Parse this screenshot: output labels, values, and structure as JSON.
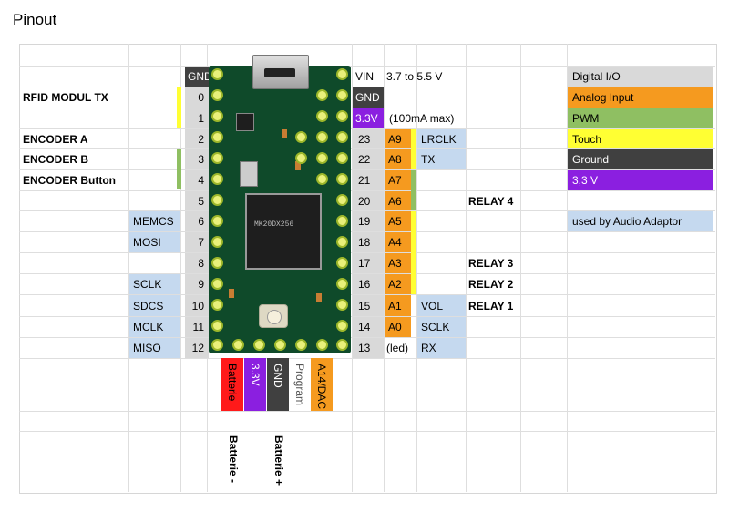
{
  "title": "Pinout",
  "colors": {
    "digital_io": "#d9d9d9",
    "analog": "#f59a1f",
    "pwm": "#8fbf62",
    "touch": "#ffff33",
    "ground": "#404040",
    "power": "#8b1fe0",
    "audio": "#c5d9ef",
    "battery": "#ff1a1a"
  },
  "legend": {
    "digital_io": "Digital I/O",
    "analog": "Analog Input",
    "pwm": "PWM",
    "touch": "Touch",
    "ground": "Ground",
    "power": "3,3 V",
    "audio": "used by Audio Adaptor"
  },
  "left": {
    "gnd": "GND",
    "labels": {
      "rfid": "RFID MODUL TX",
      "enc_a": "ENCODER A",
      "enc_b": "ENCODER B",
      "enc_btn": "ENCODER Button"
    },
    "audio": [
      "MEMCS",
      "MOSI",
      "SCLK",
      "SDCS",
      "MCLK",
      "MISO"
    ],
    "pins": [
      "0",
      "1",
      "2",
      "3",
      "4",
      "5",
      "6",
      "7",
      "8",
      "9",
      "10",
      "11",
      "12"
    ]
  },
  "right": {
    "vin": "VIN",
    "vin_range": "3.7 to 5.5 V",
    "gnd": "GND",
    "v33": "3.3V",
    "v33_note": "(100mA max)",
    "pins": [
      "23",
      "22",
      "21",
      "20",
      "19",
      "18",
      "17",
      "16",
      "15",
      "14",
      "13"
    ],
    "analog": [
      "A9",
      "A8",
      "A7",
      "A6",
      "A5",
      "A4",
      "A3",
      "A2",
      "A1",
      "A0"
    ],
    "led": "(led)",
    "audio": {
      "lrclk": "LRCLK",
      "tx": "TX",
      "vol": "VOL",
      "sclk": "SCLK",
      "rx": "RX"
    },
    "relays": {
      "r4": "RELAY 4",
      "r3": "RELAY 3",
      "r2": "RELAY 2",
      "r1": "RELAY 1"
    }
  },
  "bottom": {
    "batterie": "Batterie",
    "v33": "3.3V",
    "gnd": "GND",
    "program": "Program",
    "dac": "A14/DAC",
    "bat_minus": "Batterie -",
    "bat_plus": "Batterie +"
  },
  "board": {
    "chip_text": "MK20DX256"
  }
}
